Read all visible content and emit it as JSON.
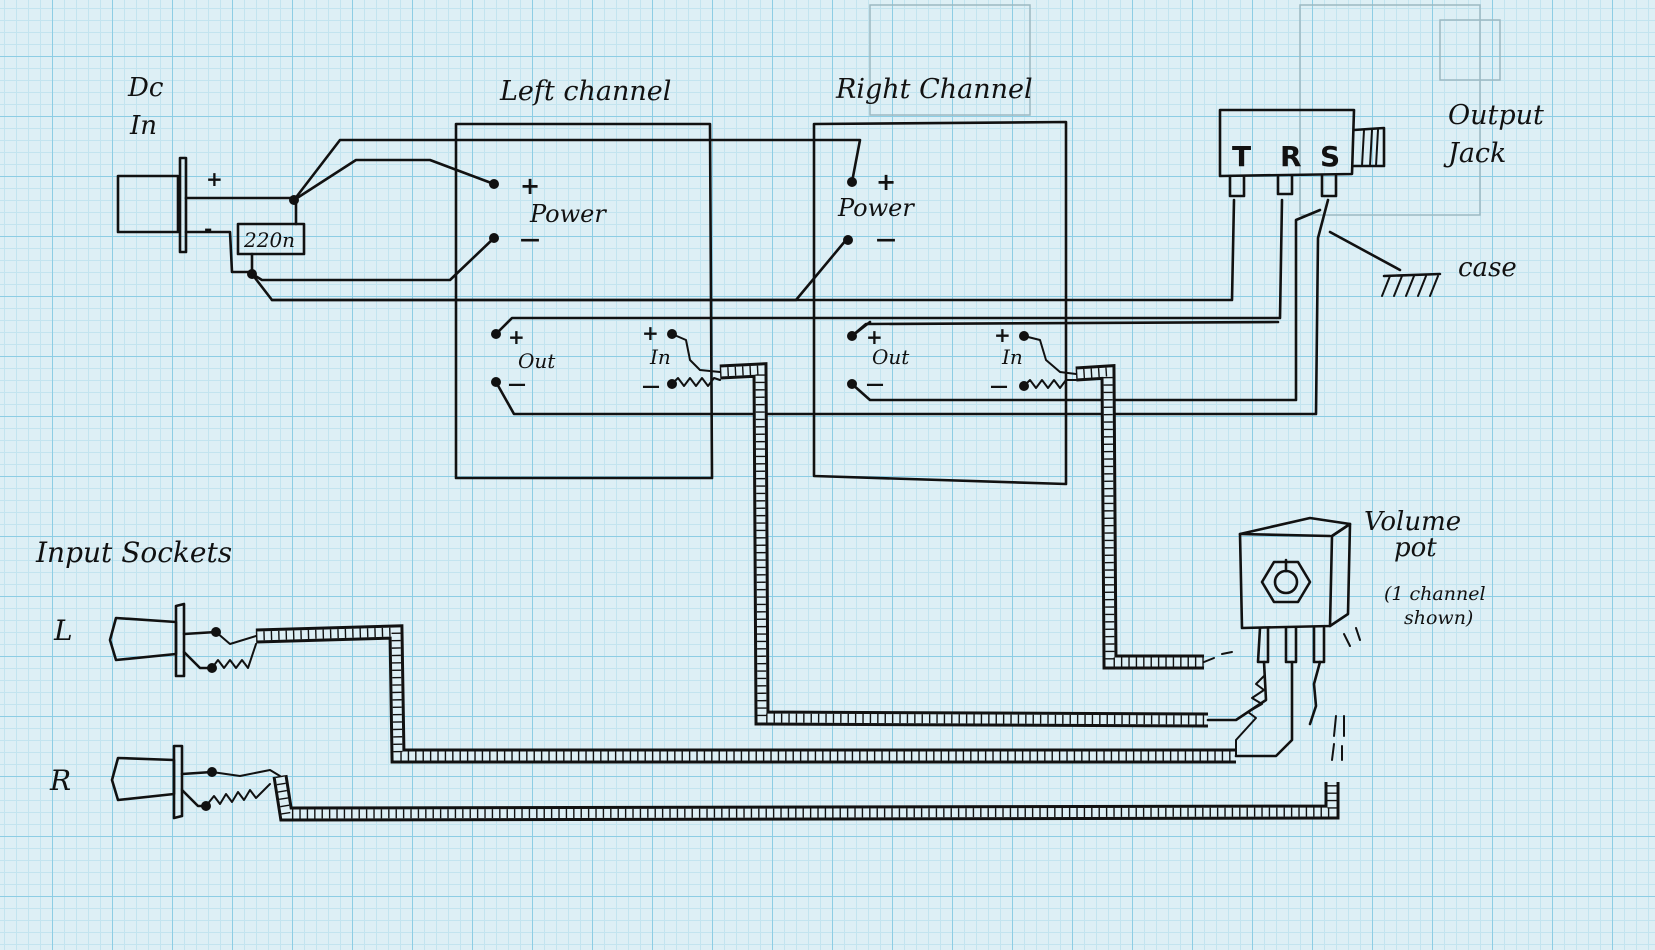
{
  "labels": {
    "dc_in_line1": "Dc",
    "dc_in_line2": "In",
    "left_channel": "Left channel",
    "right_channel": "Right Channel",
    "output_jack_line1": "Output",
    "output_jack_line2": "Jack",
    "case": "case",
    "input_sockets": "Input Sockets",
    "socket_l": "L",
    "socket_r": "R",
    "volume_pot_line1": "Volume",
    "volume_pot_line2": "pot",
    "pot_note_line1": "(1 channel",
    "pot_note_line2": "shown)",
    "resistor": "220n",
    "dc_plus": "+",
    "dc_minus": "-"
  },
  "output_jack_pins": [
    "T",
    "R",
    "S"
  ],
  "left_module": {
    "power": "Power",
    "out": "Out",
    "in": "In",
    "plus": "+",
    "minus": "—"
  },
  "right_module": {
    "power": "Power",
    "out": "Out",
    "in": "In",
    "plus": "+",
    "minus": "—"
  },
  "colors": {
    "ink": "#111111",
    "grid_major": "#8dcde4",
    "grid_minor": "#c3e4ef",
    "paper": "#ddeff5"
  }
}
